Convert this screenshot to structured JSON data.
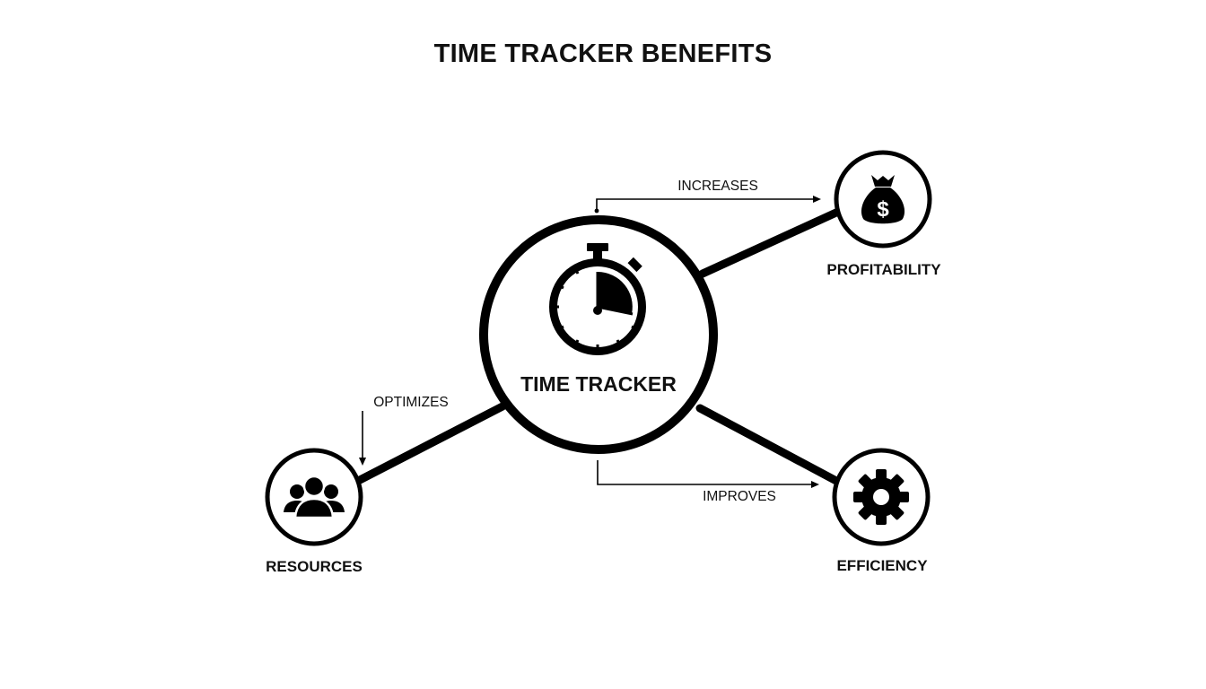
{
  "diagram": {
    "title": "TIME TRACKER BENEFITS",
    "center": {
      "label": "TIME TRACKER",
      "icon": "stopwatch-icon"
    },
    "nodes": {
      "profitability": {
        "label": "PROFITABILITY",
        "icon": "money-bag-icon"
      },
      "resources": {
        "label": "RESOURCES",
        "icon": "people-group-icon"
      },
      "efficiency": {
        "label": "EFFICIENCY",
        "icon": "gear-icon"
      }
    },
    "edges": {
      "increases": "INCREASES",
      "optimizes": "OPTIMIZES",
      "improves": "IMPROVES"
    }
  }
}
